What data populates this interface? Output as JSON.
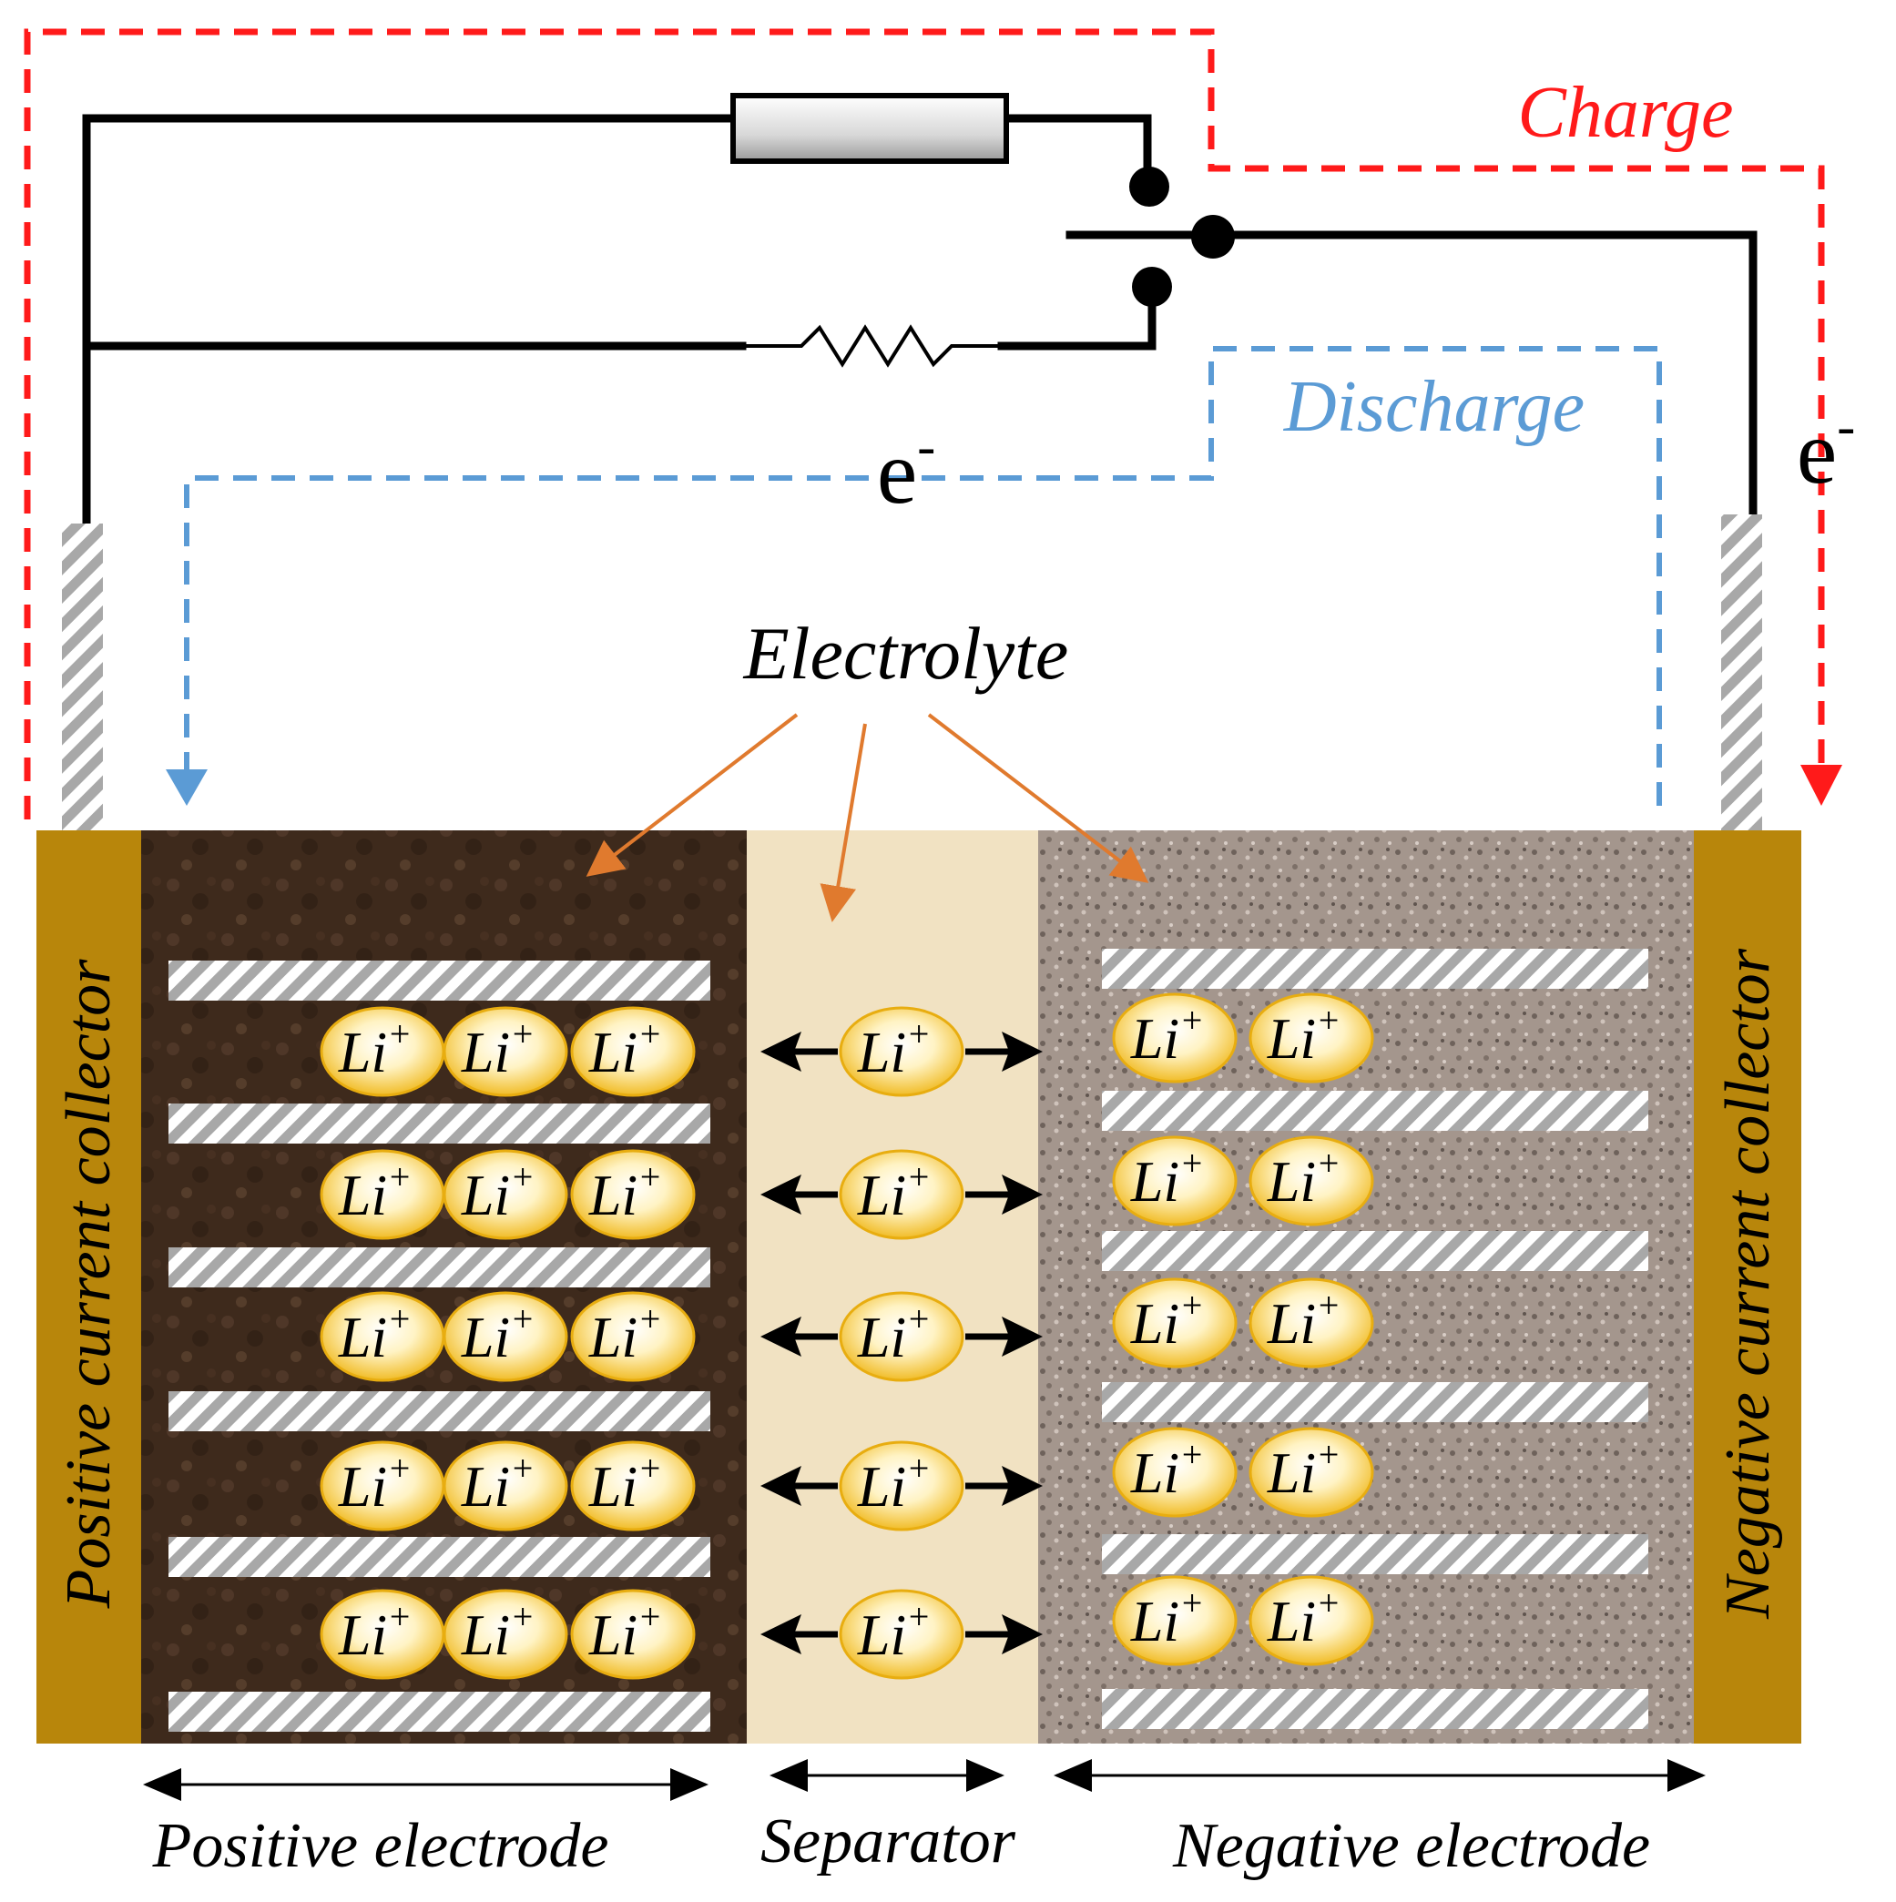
{
  "labels": {
    "charge": "Charge",
    "discharge": "Discharge",
    "electron_top": "e",
    "electron_top_sup": "-",
    "electron_right": "e",
    "electron_right_sup": "-",
    "electrolyte": "Electrolyte",
    "positive_collector": "Positive current collector",
    "negative_collector": "Negative current collector",
    "positive_electrode": "Positive electrode",
    "separator": "Separator",
    "negative_electrode": "Negative electrode"
  },
  "ion": {
    "symbol": "Li",
    "charge": "+"
  },
  "colors": {
    "charge": "#ff1a1a",
    "discharge": "#5b9bd5",
    "collector": "#b8860b",
    "positive_electrode": "#3e2a1c",
    "separator": "#f1e2c2",
    "negative_electrode": "#9c8e86",
    "electrolyte_arrows": "#e07a2e",
    "ion": "#f2c230"
  }
}
